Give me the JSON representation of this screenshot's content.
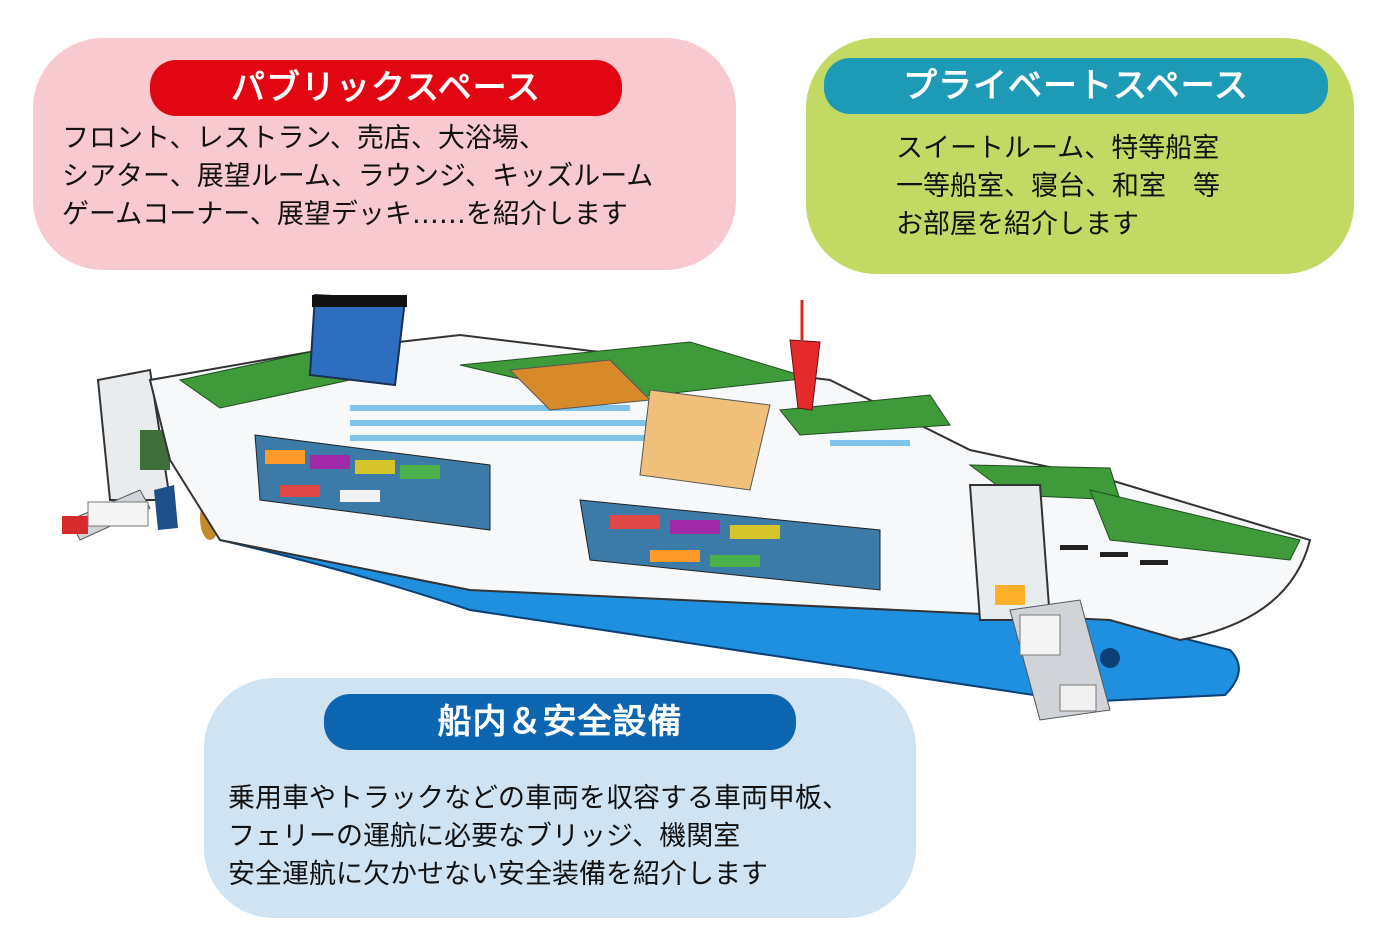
{
  "public_space": {
    "title": "パブリックスペース",
    "lines": [
      "フロント、レストラン、売店、大浴場、",
      "シアター、展望ルーム、ラウンジ、キッズルーム",
      "ゲームコーナー、展望デッキ……を紹介します"
    ],
    "colors": {
      "card": "#f8c9ce",
      "pill": "#e20613"
    }
  },
  "private_space": {
    "title": "プライベートスペース",
    "lines": [
      "スイートルーム、特等船室",
      "一等船室、寝台、和室　等",
      "お部屋を紹介します"
    ],
    "colors": {
      "card": "#c2d964",
      "pill": "#1d9ab5"
    }
  },
  "safety": {
    "title": "船内＆安全設備",
    "lines": [
      "乗用車やトラックなどの車両を収容する車両甲板、",
      "フェリーの運航に必要なブリッジ、機関室",
      "安全運航に欠かせない安全装備を紹介します"
    ],
    "colors": {
      "card": "#cfe3f3",
      "pill": "#0c65b1"
    }
  }
}
